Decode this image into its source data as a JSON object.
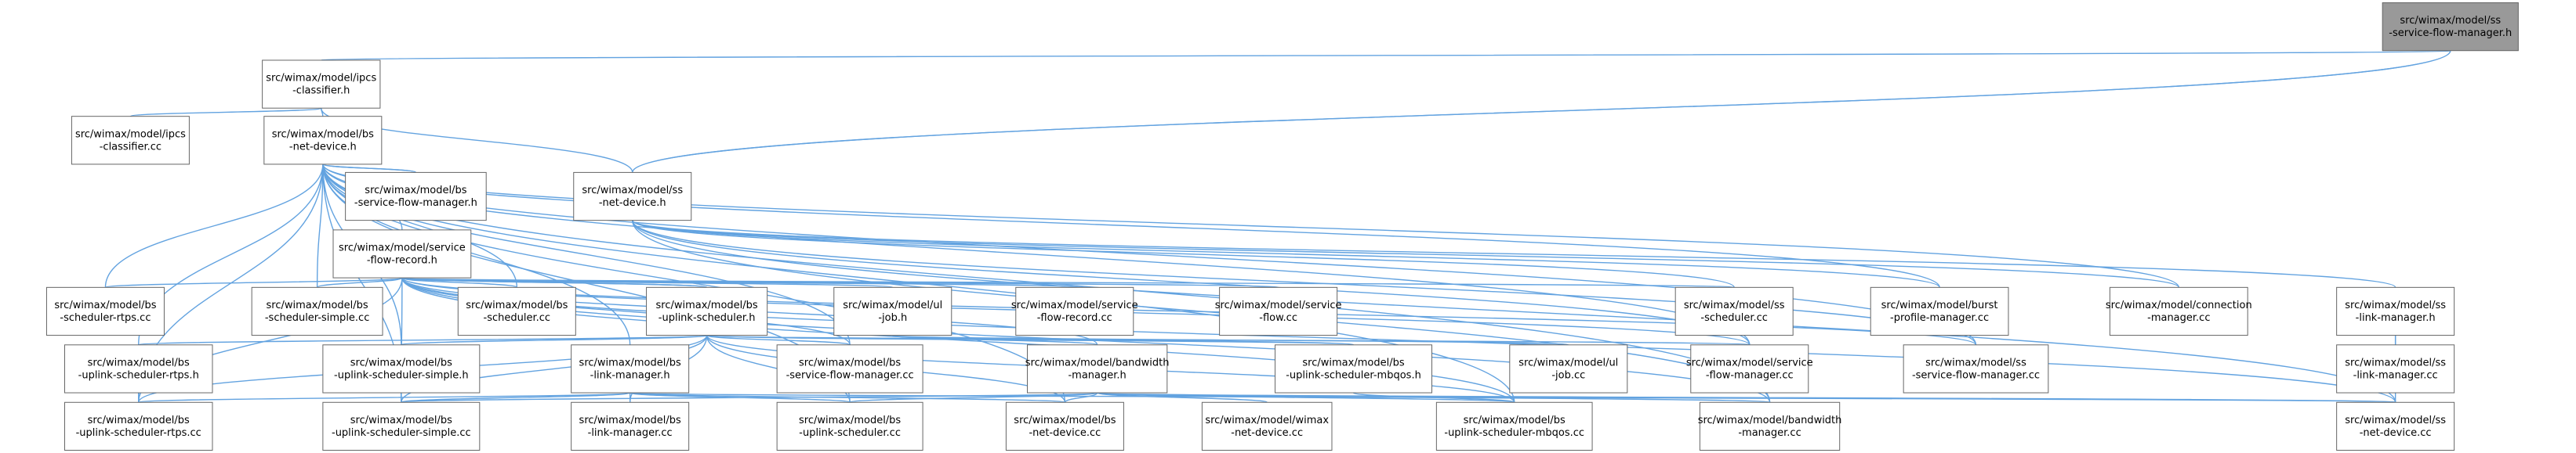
{
  "graph": {
    "nodes": [
      {
        "id": "sfm_h",
        "lines": [
          "src/wimax/model/ss",
          "-service-flow-manager.h"
        ],
        "root": true
      },
      {
        "id": "ipcs_h",
        "lines": [
          "src/wimax/model/ipcs",
          "-classifier.h"
        ]
      },
      {
        "id": "ipcs_cc",
        "lines": [
          "src/wimax/model/ipcs",
          "-classifier.cc"
        ]
      },
      {
        "id": "bsnd_h",
        "lines": [
          "src/wimax/model/bs",
          "-net-device.h"
        ]
      },
      {
        "id": "ssnd_h",
        "lines": [
          "src/wimax/model/ss",
          "-net-device.h"
        ]
      },
      {
        "id": "bssfm_h",
        "lines": [
          "src/wimax/model/bs",
          "-service-flow-manager.h"
        ]
      },
      {
        "id": "sfr_h",
        "lines": [
          "src/wimax/model/service",
          "-flow-record.h"
        ]
      },
      {
        "id": "bssr_cc",
        "lines": [
          "src/wimax/model/bs",
          "-scheduler-rtps.cc"
        ]
      },
      {
        "id": "bsss_cc",
        "lines": [
          "src/wimax/model/bs",
          "-scheduler-simple.cc"
        ]
      },
      {
        "id": "bss_cc",
        "lines": [
          "src/wimax/model/bs",
          "-scheduler.cc"
        ]
      },
      {
        "id": "bsus_h",
        "lines": [
          "src/wimax/model/bs",
          "-uplink-scheduler.h"
        ]
      },
      {
        "id": "ulj_h",
        "lines": [
          "src/wimax/model/ul",
          "-job.h"
        ]
      },
      {
        "id": "sfr_cc",
        "lines": [
          "src/wimax/model/service",
          "-flow-record.cc"
        ]
      },
      {
        "id": "sf_cc",
        "lines": [
          "src/wimax/model/service",
          "-flow.cc"
        ]
      },
      {
        "id": "sss_cc",
        "lines": [
          "src/wimax/model/ss",
          "-scheduler.cc"
        ]
      },
      {
        "id": "bpm_cc",
        "lines": [
          "src/wimax/model/burst",
          "-profile-manager.cc"
        ]
      },
      {
        "id": "cm_cc",
        "lines": [
          "src/wimax/model/connection",
          "-manager.cc"
        ]
      },
      {
        "id": "sslm_h",
        "lines": [
          "src/wimax/model/ss",
          "-link-manager.h"
        ]
      },
      {
        "id": "bsusr_h",
        "lines": [
          "src/wimax/model/bs",
          "-uplink-scheduler-rtps.h"
        ]
      },
      {
        "id": "bsuss_h",
        "lines": [
          "src/wimax/model/bs",
          "-uplink-scheduler-simple.h"
        ]
      },
      {
        "id": "bslm_h",
        "lines": [
          "src/wimax/model/bs",
          "-link-manager.h"
        ]
      },
      {
        "id": "bssfm_cc",
        "lines": [
          "src/wimax/model/bs",
          "-service-flow-manager.cc"
        ]
      },
      {
        "id": "bwm_h",
        "lines": [
          "src/wimax/model/bandwidth",
          "-manager.h"
        ]
      },
      {
        "id": "bsusm_h",
        "lines": [
          "src/wimax/model/bs",
          "-uplink-scheduler-mbqos.h"
        ]
      },
      {
        "id": "ulj_cc",
        "lines": [
          "src/wimax/model/ul",
          "-job.cc"
        ]
      },
      {
        "id": "sfm_cc",
        "lines": [
          "src/wimax/model/service",
          "-flow-manager.cc"
        ]
      },
      {
        "id": "sssfm_cc",
        "lines": [
          "src/wimax/model/ss",
          "-service-flow-manager.cc"
        ]
      },
      {
        "id": "sslm_cc",
        "lines": [
          "src/wimax/model/ss",
          "-link-manager.cc"
        ]
      },
      {
        "id": "bsusr_cc",
        "lines": [
          "src/wimax/model/bs",
          "-uplink-scheduler-rtps.cc"
        ]
      },
      {
        "id": "bsuss_cc",
        "lines": [
          "src/wimax/model/bs",
          "-uplink-scheduler-simple.cc"
        ]
      },
      {
        "id": "bslm_cc",
        "lines": [
          "src/wimax/model/bs",
          "-link-manager.cc"
        ]
      },
      {
        "id": "bsus_cc",
        "lines": [
          "src/wimax/model/bs",
          "-uplink-scheduler.cc"
        ]
      },
      {
        "id": "bsnd_cc",
        "lines": [
          "src/wimax/model/bs",
          "-net-device.cc"
        ]
      },
      {
        "id": "wnd_cc",
        "lines": [
          "src/wimax/model/wimax",
          "-net-device.cc"
        ]
      },
      {
        "id": "bsusm_cc",
        "lines": [
          "src/wimax/model/bs",
          "-uplink-scheduler-mbqos.cc"
        ]
      },
      {
        "id": "bwm_cc",
        "lines": [
          "src/wimax/model/bandwidth",
          "-manager.cc"
        ]
      },
      {
        "id": "ssnd_cc",
        "lines": [
          "src/wimax/model/ss",
          "-net-device.cc"
        ]
      }
    ],
    "edges": [
      [
        "sfm_h",
        "ipcs_h"
      ],
      [
        "sfm_h",
        "ssnd_h"
      ],
      [
        "ipcs_h",
        "ipcs_cc"
      ],
      [
        "ipcs_h",
        "bsnd_h"
      ],
      [
        "ipcs_h",
        "ssnd_h"
      ],
      [
        "ssnd_h",
        "sfm_h"
      ],
      [
        "bsnd_h",
        "bssfm_h"
      ],
      [
        "bsnd_h",
        "sfr_h"
      ],
      [
        "bsnd_h",
        "bssr_cc"
      ],
      [
        "bsnd_h",
        "bsss_cc"
      ],
      [
        "bsnd_h",
        "bss_cc"
      ],
      [
        "bsnd_h",
        "bsusr_cc"
      ],
      [
        "bsnd_h",
        "bsuss_cc"
      ],
      [
        "bsnd_h",
        "bslm_h"
      ],
      [
        "bsnd_h",
        "bssfm_cc"
      ],
      [
        "bsnd_h",
        "bsus_cc"
      ],
      [
        "bsnd_h",
        "bsnd_cc"
      ],
      [
        "bsnd_h",
        "bsusm_cc"
      ],
      [
        "bsnd_h",
        "sfm_cc"
      ],
      [
        "bsnd_h",
        "sssfm_cc"
      ],
      [
        "bsnd_h",
        "bpm_cc"
      ],
      [
        "bsnd_h",
        "cm_cc"
      ],
      [
        "bsnd_h",
        "bwm_cc"
      ],
      [
        "bsnd_h",
        "bsusr_h"
      ],
      [
        "bsnd_h",
        "bsuss_h"
      ],
      [
        "bssfm_h",
        "bsnd_h"
      ],
      [
        "sfr_h",
        "bssr_cc"
      ],
      [
        "sfr_h",
        "bsss_cc"
      ],
      [
        "sfr_h",
        "bss_cc"
      ],
      [
        "sfr_h",
        "bsus_h"
      ],
      [
        "sfr_h",
        "ulj_h"
      ],
      [
        "sfr_h",
        "sfr_cc"
      ],
      [
        "sfr_h",
        "sf_cc"
      ],
      [
        "sfr_h",
        "sss_cc"
      ],
      [
        "sfr_h",
        "sfm_cc"
      ],
      [
        "sfr_h",
        "sssfm_cc"
      ],
      [
        "sfr_h",
        "bssfm_cc"
      ],
      [
        "sfr_h",
        "bwm_h"
      ],
      [
        "sfr_h",
        "bsusm_cc"
      ],
      [
        "sfr_h",
        "bwm_cc"
      ],
      [
        "sfr_h",
        "ssnd_cc"
      ],
      [
        "sfr_h",
        "bsusr_cc"
      ],
      [
        "sfr_h",
        "bsuss_cc"
      ],
      [
        "bsus_h",
        "sfr_h"
      ],
      [
        "bsus_h",
        "bsusr_h"
      ],
      [
        "bsus_h",
        "bsuss_h"
      ],
      [
        "bsus_h",
        "bssfm_cc"
      ],
      [
        "bsus_h",
        "bsusm_h"
      ],
      [
        "bsus_h",
        "sfm_cc"
      ],
      [
        "bsus_h",
        "bsus_cc"
      ],
      [
        "bsus_h",
        "bsnd_cc"
      ],
      [
        "bsus_h",
        "bsusr_cc"
      ],
      [
        "bsus_h",
        "bsuss_cc"
      ],
      [
        "bsus_h",
        "bsusm_cc"
      ],
      [
        "bsus_h",
        "bslm_cc"
      ],
      [
        "ulj_h",
        "bsusm_h"
      ],
      [
        "ulj_h",
        "ulj_cc"
      ],
      [
        "ulj_h",
        "bwm_h"
      ],
      [
        "ssnd_h",
        "sss_cc"
      ],
      [
        "ssnd_h",
        "bpm_cc"
      ],
      [
        "ssnd_h",
        "cm_cc"
      ],
      [
        "ssnd_h",
        "sslm_h"
      ],
      [
        "ssnd_h",
        "sfm_cc"
      ],
      [
        "ssnd_h",
        "sssfm_cc"
      ],
      [
        "ssnd_h",
        "bwm_cc"
      ],
      [
        "ssnd_h",
        "ssnd_cc"
      ],
      [
        "sslm_h",
        "sslm_cc"
      ],
      [
        "sslm_h",
        "ssnd_cc"
      ],
      [
        "bsusr_h",
        "bsusr_cc"
      ],
      [
        "bsuss_h",
        "bsuss_cc"
      ],
      [
        "bslm_h",
        "bsusr_cc"
      ],
      [
        "bslm_h",
        "bsuss_cc"
      ],
      [
        "bslm_h",
        "bslm_cc"
      ],
      [
        "bslm_h",
        "bsus_cc"
      ],
      [
        "bslm_h",
        "bsnd_cc"
      ],
      [
        "bslm_h",
        "ssnd_cc"
      ],
      [
        "bwm_h",
        "bsus_cc"
      ],
      [
        "bwm_h",
        "bsnd_cc"
      ],
      [
        "bwm_h",
        "wnd_cc"
      ],
      [
        "bwm_h",
        "bsusm_cc"
      ],
      [
        "bwm_h",
        "bwm_cc"
      ],
      [
        "bwm_h",
        "ssnd_cc"
      ],
      [
        "bwm_h",
        "bsuss_cc"
      ],
      [
        "bsusm_h",
        "bsusm_cc"
      ]
    ]
  }
}
